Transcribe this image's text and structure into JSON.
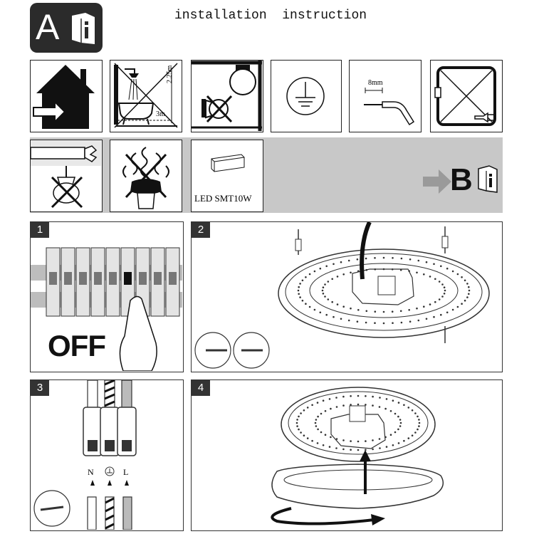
{
  "header": {
    "badge_letter": "A",
    "title": "installation  instruction"
  },
  "symbols": {
    "measure_height": "2.25m",
    "measure_width": "3m",
    "strip_length": "8mm",
    "led_label": "LED SMT10W",
    "next_letter": "B"
  },
  "steps": [
    {
      "number": "1",
      "caption": "OFF"
    },
    {
      "number": "2"
    },
    {
      "number": "3",
      "labels": [
        "N",
        "L"
      ]
    },
    {
      "number": "4"
    }
  ],
  "colors": {
    "dark": "#2b2b2b",
    "gray_band": "#c8c8c8",
    "arrow_gray": "#9a9a9a"
  }
}
